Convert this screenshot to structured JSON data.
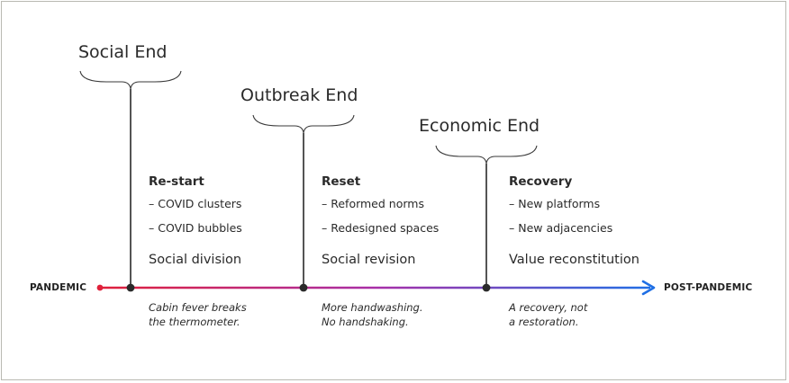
{
  "timeline": {
    "start_label": "PANDEMIC",
    "end_label": "POST-PANDEMIC",
    "gradient_colors": [
      "#e0203a",
      "#a82fa8",
      "#1f6fe5"
    ]
  },
  "ends": [
    {
      "title": "Social End"
    },
    {
      "title": "Outbreak End"
    },
    {
      "title": "Economic End"
    }
  ],
  "phases": [
    {
      "title": "Re-start",
      "bullets": [
        "– COVID clusters",
        "– COVID bubbles"
      ],
      "summary": "Social division",
      "caption": [
        "Cabin fever breaks",
        "the thermometer."
      ]
    },
    {
      "title": "Reset",
      "bullets": [
        "– Reformed norms",
        "– Redesigned spaces"
      ],
      "summary": "Social revision",
      "caption": [
        "More handwashing.",
        "No handshaking."
      ]
    },
    {
      "title": "Recovery",
      "bullets": [
        "– New platforms",
        "– New adjacencies"
      ],
      "summary": "Value reconstitution",
      "caption": [
        "A recovery, not",
        "a restoration."
      ]
    }
  ]
}
